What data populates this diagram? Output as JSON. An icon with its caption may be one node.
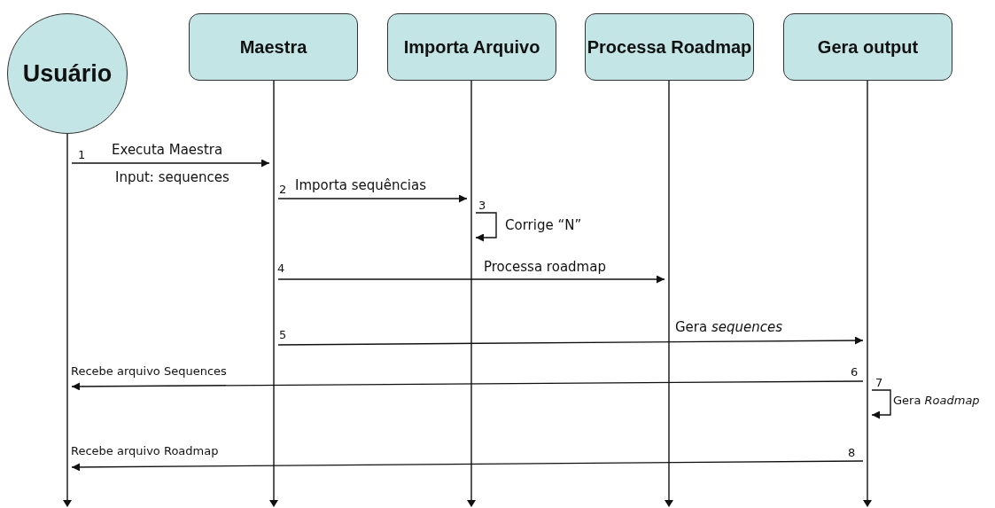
{
  "diagram": {
    "nodes": [
      {
        "text": [
          "Usuário"
        ]
      },
      {
        "text": [
          "Maestra"
        ]
      },
      {
        "text": [
          "Importa Arquivo"
        ]
      },
      {
        "text": [
          "Processa Roadmap"
        ]
      },
      {
        "text": [
          "Gera output"
        ]
      },
      {
        "text": [],
        "shape": "bar"
      },
      {
        "text": [],
        "shape": "bar"
      },
      {
        "text": [],
        "shape": "bar"
      },
      {
        "text": [],
        "shape": "bar"
      },
      {
        "text": [],
        "shape": "bar"
      }
    ],
    "edges": [
      {
        "from": 5,
        "to": 6,
        "arrow": "to",
        "label": "Executa Maestra"
      },
      {
        "from": 6,
        "to": 7,
        "arrow": "to",
        "label": "Importa sequências"
      },
      {
        "from": 7,
        "to": 7,
        "arrow": "to",
        "label": "Corrige “N”"
      },
      {
        "from": 6,
        "to": 8,
        "arrow": "to",
        "label": "Processa roadmap"
      },
      {
        "from": 6,
        "to": 9,
        "arrow": "to",
        "label": "Gera *sequences*"
      },
      {
        "from": 9,
        "to": 5,
        "arrow": "to",
        "label": "Recebe arquivo Sequences"
      },
      {
        "from": 9,
        "to": 9,
        "arrow": "to",
        "label": "Gera *Roadmap*"
      },
      {
        "from": 9,
        "to": 5,
        "arrow": "to",
        "label": "Recebe arquivo Roadmap"
      }
    ],
    "labels": [
      "1",
      "Input: sequences",
      "2",
      "3",
      "4",
      "5",
      "6",
      "7",
      "8"
    ]
  }
}
